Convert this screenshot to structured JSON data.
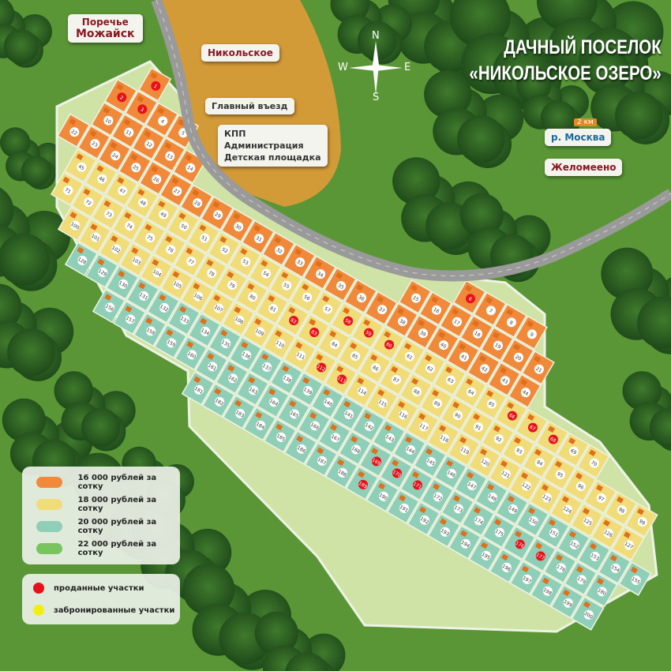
{
  "title": {
    "line1": "ДАЧНЫЙ ПОСЕЛОК",
    "line2": "«НИКОЛЬСКОЕ ОЗЕРО»"
  },
  "places": {
    "porechye": {
      "line1": "Поречье",
      "line2": "Можайск"
    },
    "nikolskoe": "Никольское",
    "main_entrance": "Главный въезд",
    "facilities": [
      "КПП",
      "Администрация",
      "Детская площадка"
    ],
    "moskva_river": "р. Москва",
    "distance": "2 км",
    "zhelomeeno": "Желомеено"
  },
  "compass": {
    "n": "N",
    "s": "S",
    "e": "E",
    "w": "W"
  },
  "legend": {
    "prices": [
      {
        "label": "16 000 рублей за сотку",
        "color": "#f08a3a"
      },
      {
        "label": "18 000 рублей за сотку",
        "color": "#f1dc7a"
      },
      {
        "label": "20 000 рублей за сотку",
        "color": "#8fcfb8"
      },
      {
        "label": "22 000 рублей за сотку",
        "color": "#79c45e"
      }
    ],
    "status": [
      {
        "label": "проданные участки",
        "color": "#e8101a"
      },
      {
        "label": "забронированные участки",
        "color": "#f4ee10"
      }
    ]
  },
  "plots": {
    "count": 200,
    "sold": [
      1,
      2,
      3,
      6,
      58,
      59,
      60,
      66,
      67,
      68,
      82,
      83,
      112,
      113,
      169,
      170,
      171,
      176,
      177,
      189
    ]
  }
}
